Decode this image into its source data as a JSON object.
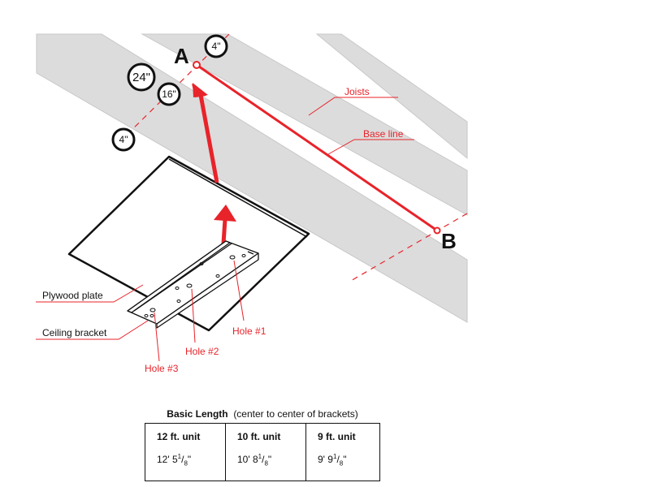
{
  "diagram": {
    "labels": {
      "joists": "Joists",
      "base_line": "Base line",
      "plywood_plate": "Plywood plate",
      "ceiling_bracket": "Ceiling  bracket",
      "hole_1": "Hole #1",
      "hole_2": "Hole #2",
      "hole_3": "Hole #3",
      "point_a": "A",
      "point_b": "B"
    },
    "spacing_markers": [
      "4\"",
      "24\"",
      "16\"",
      "4\""
    ],
    "colors": {
      "accent_red": "#e8232a",
      "joist_gray": "#dcdcdc",
      "ink": "#111111"
    }
  },
  "length_table": {
    "title_bold": "Basic Length",
    "title_note": "(center to center of brackets)",
    "columns": [
      {
        "unit": "12 ft. unit",
        "whole": "12' 5",
        "num": "1",
        "den": "8",
        "mark": "\""
      },
      {
        "unit": "10 ft. unit",
        "whole": "10' 8",
        "num": "1",
        "den": "8",
        "mark": "\""
      },
      {
        "unit": "9 ft. unit",
        "whole": "9' 9",
        "num": "1",
        "den": "8",
        "mark": "\""
      }
    ]
  }
}
